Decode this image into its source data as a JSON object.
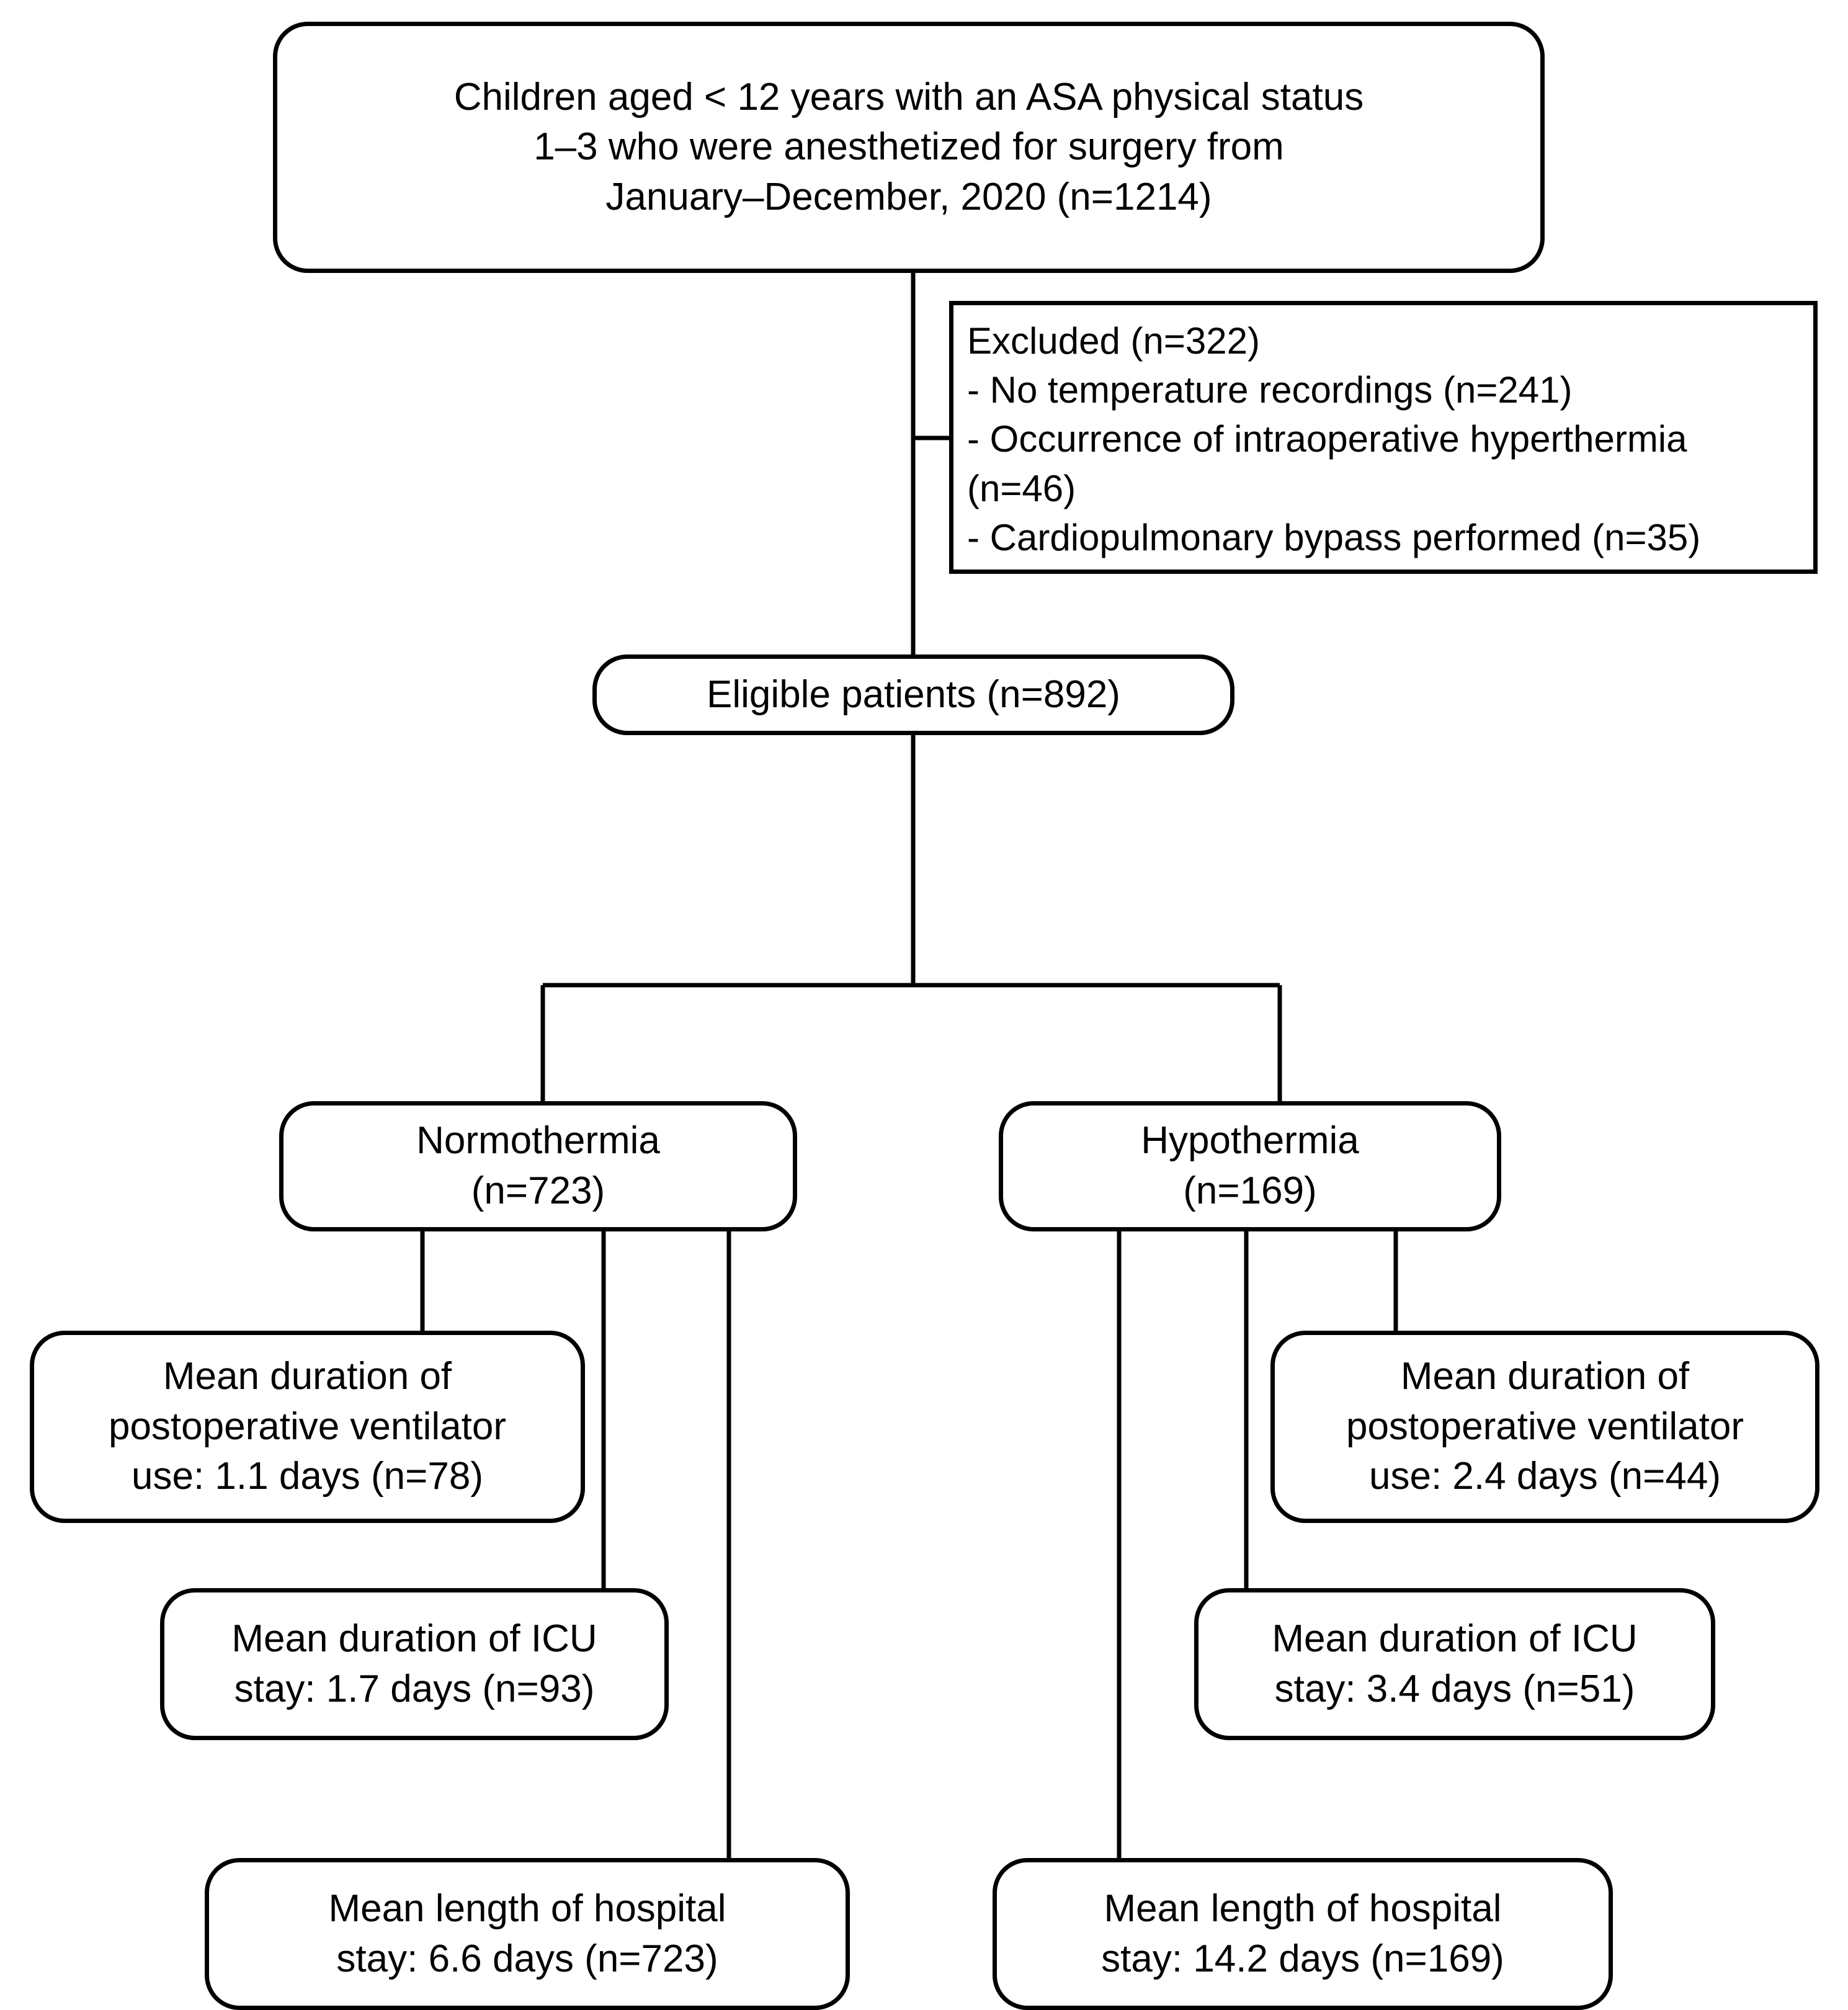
{
  "diagram": {
    "title": "Patient flow diagram",
    "type": "flowchart",
    "line_color": "#000000",
    "background_color": "#ffffff",
    "text_color": "#000000"
  },
  "nodes": {
    "enrollment": {
      "name": "enrollment-box",
      "text": "Children aged < 12 years with an ASA physical status\n1–3 who were anesthetized for surgery from\nJanuary–December, 2020 (n=1214)",
      "n": 1214
    },
    "excluded": {
      "name": "excluded-box",
      "text": "Excluded (n=322)\n- No temperature recordings (n=241)\n- Occurrence of intraoperative hyperthermia\n(n=46)\n- Cardiopulmonary bypass performed (n=35)",
      "total": 322,
      "reasons": [
        {
          "label": "No temperature recordings",
          "n": 241
        },
        {
          "label": "Occurrence of intraoperative hyperthermia",
          "n": 46
        },
        {
          "label": "Cardiopulmonary bypass performed",
          "n": 35
        }
      ]
    },
    "eligible": {
      "name": "eligible-patients-box",
      "text": "Eligible patients (n=892)",
      "n": 892
    },
    "normothermia": {
      "name": "normothermia-box",
      "text": "Normothermia\n(n=723)",
      "n": 723
    },
    "hypothermia": {
      "name": "hypothermia-box",
      "text": "Hypothermia\n(n=169)",
      "n": 169
    },
    "normo_vent": {
      "name": "normothermia-ventilator-box",
      "text": "Mean duration of\npostoperative ventilator\nuse: 1.1 days (n=78)",
      "days": 1.1,
      "n": 78
    },
    "hypo_vent": {
      "name": "hypothermia-ventilator-box",
      "text": "Mean duration of\npostoperative ventilator\nuse: 2.4 days (n=44)",
      "days": 2.4,
      "n": 44
    },
    "normo_icu": {
      "name": "normothermia-icu-box",
      "text": "Mean duration of ICU\nstay: 1.7 days (n=93)",
      "days": 1.7,
      "n": 93
    },
    "hypo_icu": {
      "name": "hypothermia-icu-box",
      "text": "Mean duration of ICU\nstay: 3.4 days (n=51)",
      "days": 3.4,
      "n": 51
    },
    "normo_hospital": {
      "name": "normothermia-hospital-box",
      "text": "Mean length of hospital\nstay: 6.6 days (n=723)",
      "days": 6.6,
      "n": 723
    },
    "hypo_hospital": {
      "name": "hypothermia-hospital-box",
      "text": "Mean length of hospital\nstay: 14.2 days (n=169)",
      "days": 14.2,
      "n": 169
    }
  }
}
